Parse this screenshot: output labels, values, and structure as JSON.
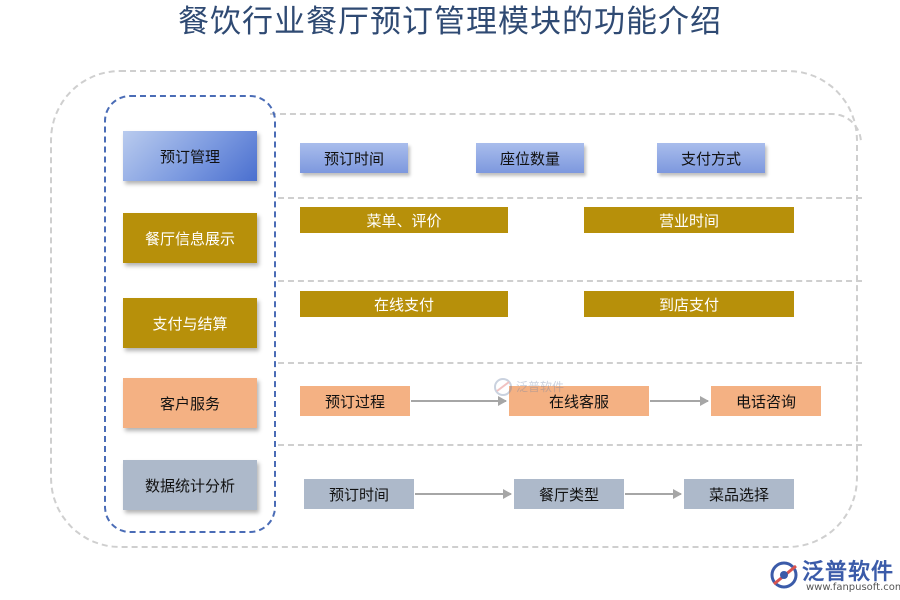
{
  "title": "餐饮行业餐厅预订管理模块的功能介绍",
  "categories": [
    {
      "label": "预订管理"
    },
    {
      "label": "餐厅信息展示"
    },
    {
      "label": "支付与结算"
    },
    {
      "label": "客户服务"
    },
    {
      "label": "数据统计分析"
    }
  ],
  "rows": {
    "reservation": [
      "预订时间",
      "座位数量",
      "支付方式"
    ],
    "info": [
      "菜单、评价",
      "营业时间"
    ],
    "payment": [
      "在线支付",
      "到店支付"
    ],
    "service": [
      "预订过程",
      "在线客服",
      "电话咨询"
    ],
    "analytics": [
      "预订时间",
      "餐厅类型",
      "菜品选择"
    ]
  },
  "watermark": "泛普软件",
  "logo": {
    "name": "泛普软件",
    "url": "www.fanpusoft.com"
  },
  "colors": {
    "title": "#2f4a73",
    "blue": "#6f8ed9",
    "gold": "#b7900a",
    "peach": "#f4b183",
    "grey": "#adb9ca",
    "arrow": "#a6a6a6"
  }
}
